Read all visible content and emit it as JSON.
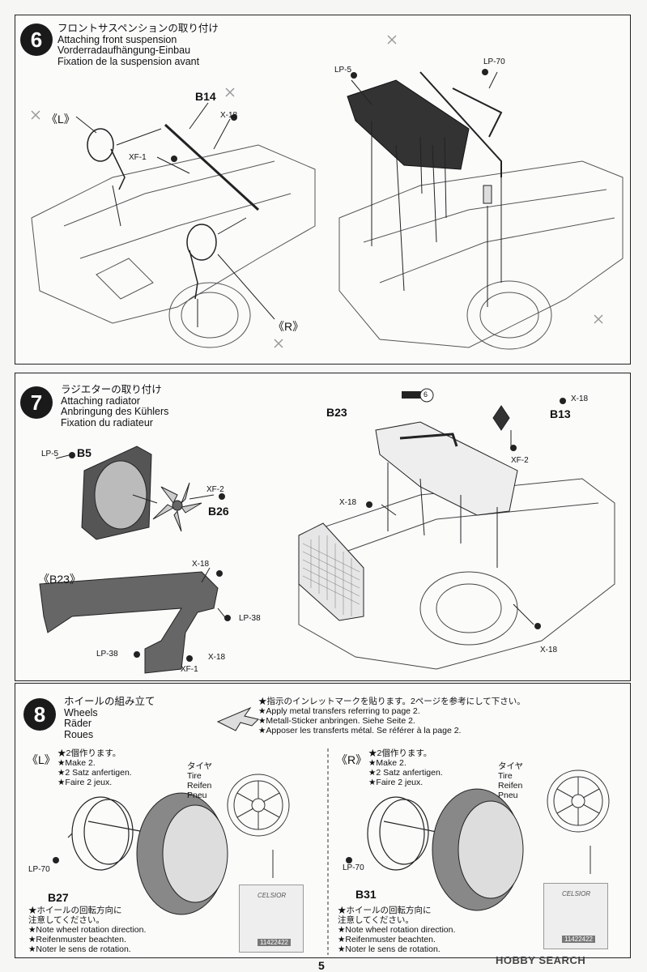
{
  "step6": {
    "number": "6",
    "title_jp": "フロントサスペンションの取り付け",
    "title_en": "Attaching front suspension",
    "title_de": "Vorderradaufhängung-Einbau",
    "title_fr": "Fixation de la suspension avant",
    "labels": {
      "left": "《L》",
      "right": "《R》",
      "b14": "B14",
      "x18": "X-18",
      "xf1": "XF-1",
      "lp5": "LP-5",
      "lp70": "LP-70"
    }
  },
  "step7": {
    "number": "7",
    "title_jp": "ラジエターの取り付け",
    "title_en": "Attaching radiator",
    "title_de": "Anbringung des Kühlers",
    "title_fr": "Fixation du radiateur",
    "labels": {
      "lp5": "LP-5",
      "b5": "B5",
      "xf2": "XF-2",
      "b26": "B26",
      "b23": "《B23》",
      "x18": "X-18",
      "lp38": "LP-38",
      "xf1": "XF-1",
      "b23_main": "B23",
      "b13": "B13",
      "circle6": "6"
    }
  },
  "step8": {
    "number": "8",
    "title_jp": "ホイールの組み立て",
    "title_en": "Wheels",
    "title_de": "Räder",
    "title_fr": "Roues",
    "notice": [
      "★指示のインレットマークを貼ります。2ページを参考にして下さい。",
      "★Apply metal transfers referring to page 2.",
      "★Metall-Sticker anbringen. Siehe Seite 2.",
      "★Apposer les transferts métal. Se référer à la page 2."
    ],
    "left": {
      "side": "《L》",
      "make": [
        "★2個作ります。",
        "★Make 2.",
        "★2 Satz anfertigen.",
        "★Faire 2 jeux."
      ],
      "tire": [
        "タイヤ",
        "Tire",
        "Reifen",
        "Pneu"
      ],
      "lp70": "LP-70",
      "part": "B27",
      "rotation": [
        "★ホイールの回転方向に",
        "注意してください。",
        "★Note wheel rotation direction.",
        "★Reifenmuster beachten.",
        "★Noter le sens de rotation."
      ]
    },
    "right": {
      "side": "《R》",
      "make": [
        "★2個作ります。",
        "★Make 2.",
        "★2 Satz anfertigen.",
        "★Faire 2 jeux."
      ],
      "tire": [
        "タイヤ",
        "Tire",
        "Reifen",
        "Pneu"
      ],
      "lp70": "LP-70",
      "part": "B31",
      "rotation": [
        "★ホイールの回転方向に",
        "注意してください。",
        "★Note wheel rotation direction.",
        "★Reifenmuster beachten.",
        "★Noter le sens de rotation."
      ]
    },
    "sticker_brand": "CELSIOR",
    "sticker_code": "11422422"
  },
  "page_number": "5",
  "watermark": "HOBBY SEARCH"
}
